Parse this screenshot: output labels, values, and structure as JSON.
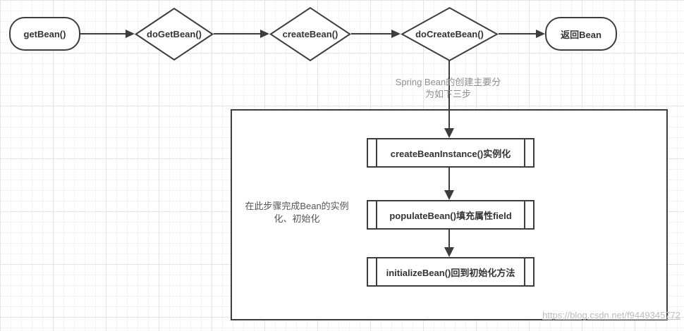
{
  "diagram": {
    "flow_nodes": [
      {
        "id": "getBean",
        "shape": "rounded",
        "label": "getBean()"
      },
      {
        "id": "doGetBean",
        "shape": "diamond",
        "label": "doGetBean()"
      },
      {
        "id": "createBean",
        "shape": "diamond",
        "label": "createBean()"
      },
      {
        "id": "doCreateBean",
        "shape": "diamond",
        "label": "doCreateBean()"
      },
      {
        "id": "returnBean",
        "shape": "rounded",
        "label": "返回Bean"
      }
    ],
    "steps": [
      {
        "label": "createBeanInstance()实例化"
      },
      {
        "label": "populateBean()填充属性field"
      },
      {
        "label": "initializeBean()回到初始化方法"
      }
    ],
    "annotations": {
      "creation_note": "Spring Bean的创建主要分\n为如下三步",
      "container_note": "在此步骤完成Bean的实例\n化、初始化"
    },
    "watermark": "https://blog.csdn.net/f9449345772",
    "colors": {
      "shape_stroke": "#3d3d3d",
      "shape_fill": "#ffffff",
      "label_text": "#333333",
      "note_gray": "#8f8f8f",
      "note_dark": "#565656",
      "watermark_gray": "#bdbdbd",
      "grid_minor": "#f3f3f3",
      "grid_major": "#e4e4e4"
    }
  }
}
